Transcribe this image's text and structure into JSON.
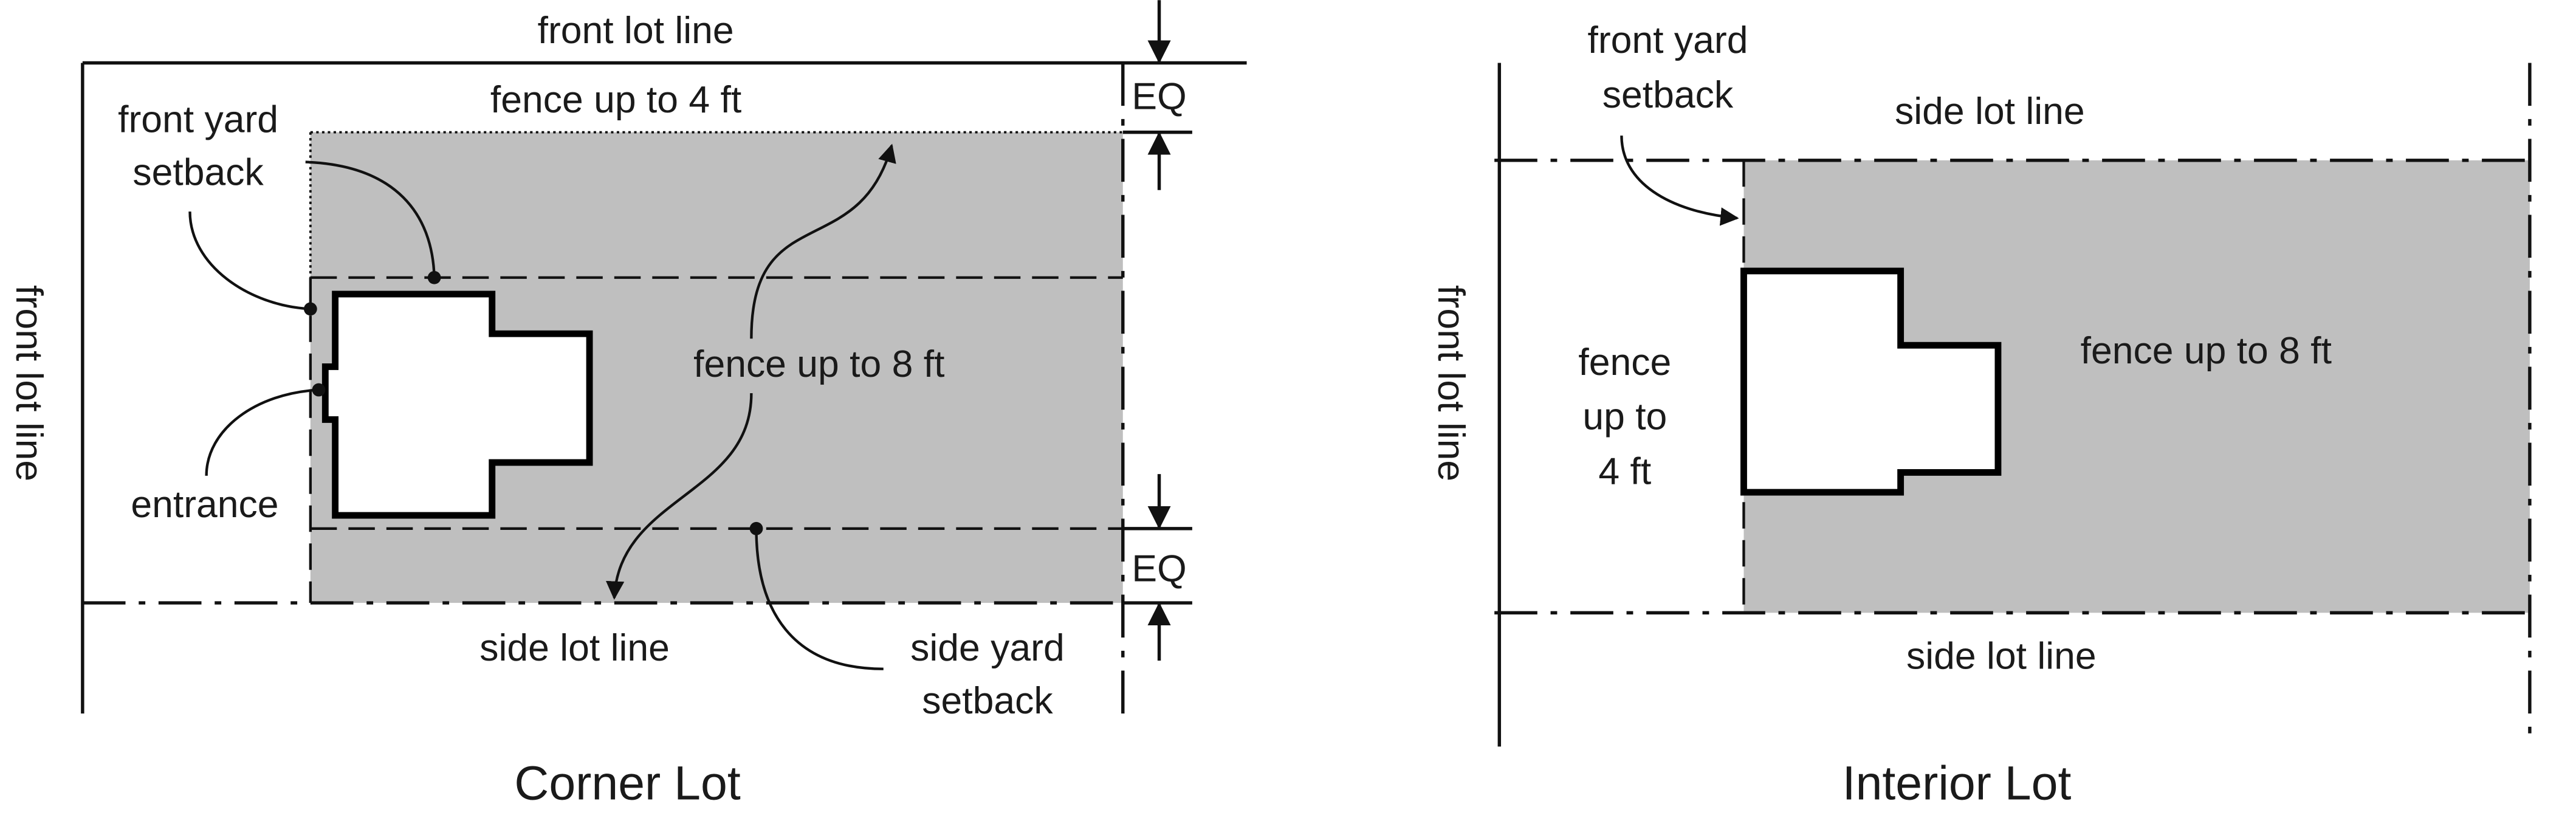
{
  "corner_lot": {
    "title": "Corner Lot",
    "front_lot_line_top": "front lot line",
    "front_lot_line_side": "front lot line",
    "fence_4": "fence up to 4 ft",
    "fence_8": "fence up to 8 ft",
    "front_yard_setback": [
      "front yard",
      "setback"
    ],
    "entrance": "entrance",
    "side_lot_line": "side lot line",
    "side_yard_setback": [
      "side yard",
      "setback"
    ],
    "eq_top": "EQ",
    "eq_bottom": "EQ"
  },
  "interior_lot": {
    "title": "Interior Lot",
    "front_yard_setback": [
      "front yard",
      "setback"
    ],
    "side_lot_line_top": "side lot line",
    "side_lot_line_bottom": "side lot line",
    "front_lot_line": "front lot line",
    "fence_8": "fence up to 8 ft",
    "fence_4": [
      "fence",
      "up to",
      "4 ft"
    ]
  },
  "colors": {
    "zone_fill": "#bfbfbf",
    "line": "#111111"
  }
}
